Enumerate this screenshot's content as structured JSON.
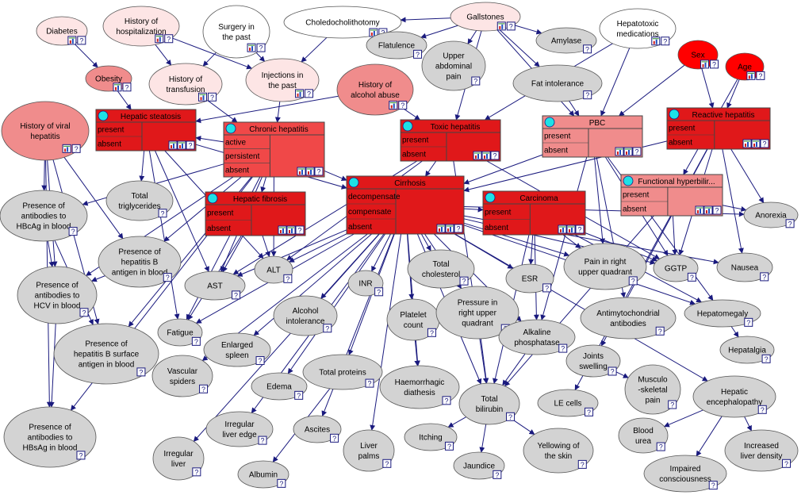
{
  "colors": {
    "gray": "#d3d3d3",
    "red": "#e0181a",
    "red_bright": "#ff0000",
    "red_mid": "#f04848",
    "salmon": "#f08c8c",
    "pink_light": "#fde5e5",
    "pink_mid": "#f5b4b4",
    "cyan": "#1ee1e6",
    "edge": "#1a1a7e"
  },
  "nodes": {
    "diabetes": {
      "label": [
        "Diabetes"
      ]
    },
    "hist_hosp": {
      "label": [
        "History of",
        "hospitalization"
      ]
    },
    "surgery": {
      "label": [
        "Surgery in",
        "the past"
      ]
    },
    "choledoch": {
      "label": [
        "Choledocholithotomy"
      ]
    },
    "gallstones": {
      "label": [
        "Gallstones"
      ]
    },
    "hepatotoxic": {
      "label": [
        "Hepatotoxic",
        "medications"
      ]
    },
    "flatulence": {
      "label": [
        "Flatulence"
      ]
    },
    "amylase": {
      "label": [
        "Amylase"
      ]
    },
    "upper_abd": {
      "label": [
        "Upper",
        "abdominal",
        "pain"
      ]
    },
    "sex": {
      "label": [
        "Sex"
      ]
    },
    "age": {
      "label": [
        "Age"
      ]
    },
    "obesity": {
      "label": [
        "Obesity"
      ]
    },
    "hist_transf": {
      "label": [
        "History of",
        "transfusion"
      ]
    },
    "injections": {
      "label": [
        "Injections in",
        "the past"
      ]
    },
    "hist_alcohol": {
      "label": [
        "History of",
        "alcohol abuse"
      ]
    },
    "fat_intol": {
      "label": [
        "Fat intolerance"
      ]
    },
    "hist_viral": {
      "label": [
        "History of viral",
        "hepatitis"
      ]
    },
    "total_trig": {
      "label": [
        "Total",
        "triglycerides"
      ]
    },
    "anti_hbc": {
      "label": [
        "Presence of",
        "antibodies to",
        "HBcAg in blood"
      ]
    },
    "hbag": {
      "label": [
        "Presence of",
        "hepatitis B",
        "antigen in blood"
      ]
    },
    "anti_hcv": {
      "label": [
        "Presence of",
        "antibodies to",
        "HCV in blood"
      ]
    },
    "hbs_ag": {
      "label": [
        "Presence of",
        "hepatitis B surface",
        "antigen in blood"
      ]
    },
    "anti_hbs": {
      "label": [
        "Presence of",
        "antibodies to",
        "HBsAg in blood"
      ]
    },
    "alt": {
      "label": [
        "ALT"
      ]
    },
    "ast": {
      "label": [
        "AST"
      ]
    },
    "inr": {
      "label": [
        "INR"
      ]
    },
    "total_chol": {
      "label": [
        "Total",
        "cholesterol"
      ]
    },
    "esr": {
      "label": [
        "ESR"
      ]
    },
    "pain_ruq": {
      "label": [
        "Pain in right",
        "upper quadrant"
      ]
    },
    "ggtp": {
      "label": [
        "GGTP"
      ]
    },
    "nausea": {
      "label": [
        "Nausea"
      ]
    },
    "anorexia": {
      "label": [
        "Anorexia"
      ]
    },
    "fatigue": {
      "label": [
        "Fatigue"
      ]
    },
    "alcohol_intol": {
      "label": [
        "Alcohol",
        "intolerance"
      ]
    },
    "platelet": {
      "label": [
        "Platelet",
        "count"
      ]
    },
    "pressure_ruq": {
      "label": [
        "Pressure in",
        "right upper",
        "quadrant"
      ]
    },
    "antimito": {
      "label": [
        "Antimytochondrial",
        "antibodies"
      ]
    },
    "hepatomegaly": {
      "label": [
        "Hepatomegaly"
      ]
    },
    "enlarged_spleen": {
      "label": [
        "Enlarged",
        "spleen"
      ]
    },
    "alk_phos": {
      "label": [
        "Alkaline",
        "phosphatase"
      ]
    },
    "hepatalgia": {
      "label": [
        "Hepatalgia"
      ]
    },
    "joints": {
      "label": [
        "Joints",
        "swelling"
      ]
    },
    "vascular": {
      "label": [
        "Vascular",
        "spiders"
      ]
    },
    "edema": {
      "label": [
        "Edema"
      ]
    },
    "total_prot": {
      "label": [
        "Total proteins"
      ]
    },
    "haemorrhagic": {
      "label": [
        "Haemorrhagic",
        "diathesis"
      ]
    },
    "total_bili": {
      "label": [
        "Total",
        "bilirubin"
      ]
    },
    "le_cells": {
      "label": [
        "LE cells"
      ]
    },
    "musculo": {
      "label": [
        "Musculo",
        "-skeletal",
        "pain"
      ]
    },
    "hep_enceph": {
      "label": [
        "Hepatic",
        "encephalopathy"
      ]
    },
    "irreg_edge": {
      "label": [
        "Irregular",
        "liver edge"
      ]
    },
    "ascites": {
      "label": [
        "Ascites"
      ]
    },
    "irreg_liver": {
      "label": [
        "Irregular",
        "liver"
      ]
    },
    "liver_palms": {
      "label": [
        "Liver",
        "palms"
      ]
    },
    "itching": {
      "label": [
        "Itching"
      ]
    },
    "yellowing": {
      "label": [
        "Yellowing of",
        "the skin"
      ]
    },
    "blood_urea": {
      "label": [
        "Blood",
        "urea"
      ]
    },
    "incr_density": {
      "label": [
        "Increased",
        "liver density"
      ]
    },
    "jaundice": {
      "label": [
        "Jaundice"
      ]
    },
    "albumin": {
      "label": [
        "Albumin"
      ]
    },
    "impaired": {
      "label": [
        "Impaired",
        "consciousness"
      ]
    }
  },
  "disease_boxes": {
    "hep_steatosis": {
      "title": "Hepatic steatosis",
      "states": [
        "present",
        "absent"
      ]
    },
    "chronic_hep": {
      "title": "Chronic hepatitis",
      "states": [
        "active",
        "persistent",
        "absent"
      ]
    },
    "toxic_hep": {
      "title": "Toxic hepatitis",
      "states": [
        "present",
        "absent"
      ]
    },
    "pbc": {
      "title": "PBC",
      "states": [
        "present",
        "absent"
      ]
    },
    "reactive_hep": {
      "title": "Reactive hepatitis",
      "states": [
        "present",
        "absent"
      ]
    },
    "hep_fibrosis": {
      "title": "Hepatic fibrosis",
      "states": [
        "present",
        "absent"
      ]
    },
    "cirrhosis": {
      "title": "Cirrhosis",
      "states": [
        "decompensate",
        "compensate",
        "absent"
      ]
    },
    "carcinoma": {
      "title": "Carcinoma",
      "states": [
        "present",
        "absent"
      ]
    },
    "func_hyperbili": {
      "title": "Functional hyperbilir...",
      "states": [
        "present",
        "absent"
      ]
    }
  },
  "edges": [
    [
      "diabetes",
      "obesity"
    ],
    [
      "hist_hosp",
      "hist_transf"
    ],
    [
      "hist_hosp",
      "injections"
    ],
    [
      "surgery",
      "hist_transf"
    ],
    [
      "surgery",
      "injections"
    ],
    [
      "choledoch",
      "injections"
    ],
    [
      "gallstones",
      "choledoch"
    ],
    [
      "gallstones",
      "flatulence"
    ],
    [
      "gallstones",
      "amylase"
    ],
    [
      "gallstones",
      "upper_abd"
    ],
    [
      "gallstones",
      "fat_intol"
    ],
    [
      "gallstones",
      "toxic_hep"
    ],
    [
      "gallstones",
      "pbc"
    ],
    [
      "hepatotoxic",
      "pbc"
    ],
    [
      "hepatotoxic",
      "toxic_hep"
    ],
    [
      "sex",
      "pbc"
    ],
    [
      "sex",
      "reactive_hep"
    ],
    [
      "age",
      "reactive_hep"
    ],
    [
      "age",
      "func_hyperbili"
    ],
    [
      "obesity",
      "hep_steatosis"
    ],
    [
      "hist_transf",
      "chronic_hep"
    ],
    [
      "injections",
      "chronic_hep"
    ],
    [
      "hist_alcohol",
      "hep_steatosis"
    ],
    [
      "hist_alcohol",
      "toxic_hep"
    ],
    [
      "fat_intol",
      "pbc"
    ],
    [
      "hist_viral",
      "anti_hbc"
    ],
    [
      "hist_viral",
      "hbag"
    ],
    [
      "hist_viral",
      "anti_hcv"
    ],
    [
      "hist_viral",
      "hbs_ag"
    ],
    [
      "hist_viral",
      "anti_hbs"
    ],
    [
      "hep_steatosis",
      "total_trig"
    ],
    [
      "hep_steatosis",
      "ast"
    ],
    [
      "hep_steatosis",
      "alt"
    ],
    [
      "hep_steatosis",
      "fatigue"
    ],
    [
      "hep_steatosis",
      "cirrhosis"
    ],
    [
      "chronic_hep",
      "anti_hbc"
    ],
    [
      "chronic_hep",
      "hbag"
    ],
    [
      "chronic_hep",
      "anti_hcv"
    ],
    [
      "chronic_hep",
      "hbs_ag"
    ],
    [
      "chronic_hep",
      "anti_hbs"
    ],
    [
      "chronic_hep",
      "alt"
    ],
    [
      "chronic_hep",
      "ast"
    ],
    [
      "chronic_hep",
      "fatigue"
    ],
    [
      "chronic_hep",
      "hep_fibrosis"
    ],
    [
      "chronic_hep",
      "cirrhosis"
    ],
    [
      "chronic_hep",
      "hep_steatosis"
    ],
    [
      "toxic_hep",
      "alt"
    ],
    [
      "toxic_hep",
      "ast"
    ],
    [
      "toxic_hep",
      "ggtp"
    ],
    [
      "toxic_hep",
      "cirrhosis"
    ],
    [
      "toxic_hep",
      "total_bili"
    ],
    [
      "pbc",
      "pain_ruq"
    ],
    [
      "pbc",
      "antimito"
    ],
    [
      "pbc",
      "alk_phos"
    ],
    [
      "pbc",
      "ggtp"
    ],
    [
      "pbc",
      "cirrhosis"
    ],
    [
      "pbc",
      "hepatomegaly"
    ],
    [
      "reactive_hep",
      "joints"
    ],
    [
      "reactive_hep",
      "le_cells"
    ],
    [
      "reactive_hep",
      "anorexia"
    ],
    [
      "reactive_hep",
      "nausea"
    ],
    [
      "reactive_hep",
      "ggtp"
    ],
    [
      "reactive_hep",
      "cirrhosis"
    ],
    [
      "hep_fibrosis",
      "alt"
    ],
    [
      "hep_fibrosis",
      "ast"
    ],
    [
      "hep_fibrosis",
      "fatigue"
    ],
    [
      "cirrhosis",
      "inr"
    ],
    [
      "cirrhosis",
      "total_chol"
    ],
    [
      "cirrhosis",
      "esr"
    ],
    [
      "cirrhosis",
      "platelet"
    ],
    [
      "cirrhosis",
      "pressure_ruq"
    ],
    [
      "cirrhosis",
      "alcohol_intol"
    ],
    [
      "cirrhosis",
      "enlarged_spleen"
    ],
    [
      "cirrhosis",
      "vascular"
    ],
    [
      "cirrhosis",
      "edema"
    ],
    [
      "cirrhosis",
      "total_prot"
    ],
    [
      "cirrhosis",
      "haemorrhagic"
    ],
    [
      "cirrhosis",
      "total_bili"
    ],
    [
      "cirrhosis",
      "irreg_edge"
    ],
    [
      "cirrhosis",
      "ascites"
    ],
    [
      "cirrhosis",
      "irreg_liver"
    ],
    [
      "cirrhosis",
      "liver_palms"
    ],
    [
      "cirrhosis",
      "hep_enceph"
    ],
    [
      "cirrhosis",
      "carcinoma"
    ],
    [
      "cirrhosis",
      "alk_phos"
    ],
    [
      "cirrhosis",
      "pain_ruq"
    ],
    [
      "cirrhosis",
      "ggtp"
    ],
    [
      "cirrhosis",
      "hepatomegaly"
    ],
    [
      "cirrhosis",
      "nausea"
    ],
    [
      "cirrhosis",
      "anorexia"
    ],
    [
      "cirrhosis",
      "alt"
    ],
    [
      "cirrhosis",
      "ast"
    ],
    [
      "cirrhosis",
      "fatigue"
    ],
    [
      "carcinoma",
      "esr"
    ],
    [
      "carcinoma",
      "pain_ruq"
    ],
    [
      "carcinoma",
      "hepatomegaly"
    ],
    [
      "carcinoma",
      "ggtp"
    ],
    [
      "carcinoma",
      "total_bili"
    ],
    [
      "carcinoma",
      "alk_phos"
    ],
    [
      "func_hyperbili",
      "total_bili"
    ],
    [
      "func_hyperbili",
      "ggtp"
    ],
    [
      "func_hyperbili",
      "anorexia"
    ],
    [
      "total_prot",
      "albumin"
    ],
    [
      "total_bili",
      "itching"
    ],
    [
      "total_bili",
      "jaundice"
    ],
    [
      "total_bili",
      "yellowing"
    ],
    [
      "hep_enceph",
      "blood_urea"
    ],
    [
      "hep_enceph",
      "incr_density"
    ],
    [
      "hep_enceph",
      "impaired"
    ],
    [
      "hepatomegaly",
      "hepatalgia"
    ],
    [
      "joints",
      "musculo"
    ],
    [
      "pressure_ruq",
      "total_bili"
    ],
    [
      "platelet",
      "haemorrhagic"
    ],
    [
      "alk_phos",
      "total_bili"
    ],
    [
      "anti_hcv",
      "anti_hbs"
    ],
    [
      "hbag",
      "anti_hcv"
    ],
    [
      "anti_hbc",
      "anti_hcv"
    ],
    [
      "anti_hbc",
      "hbs_ag"
    ]
  ]
}
